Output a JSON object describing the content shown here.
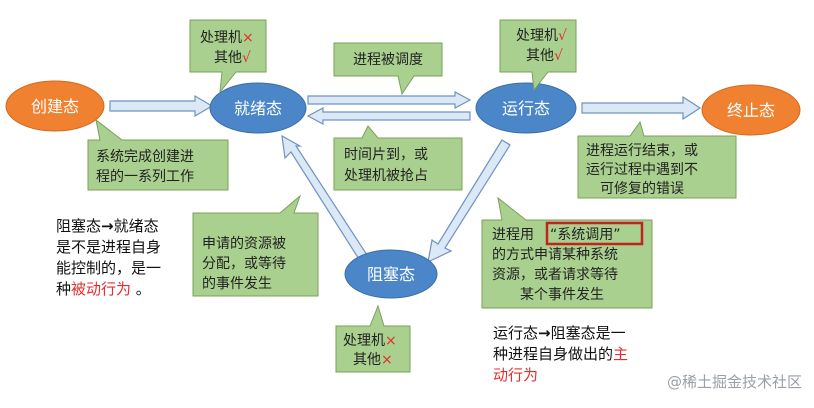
{
  "states": {
    "create": "创建态",
    "ready": "就绪态",
    "running": "运行态",
    "terminated": "终止态",
    "blocked": "阻塞态"
  },
  "callouts": {
    "create_done": [
      "系统完成创建进",
      "程的一系列工作"
    ],
    "scheduled": "进程被调度",
    "preempted": [
      "时间片到，或",
      "处理机被抢占"
    ],
    "finished": [
      "进程运行结束，或",
      "运行过程中遇到不",
      "可修复的错误"
    ],
    "resources": [
      "申请的资源被",
      "分配，或等待",
      "的事件发生"
    ],
    "syscall_pre": "进程用",
    "syscall_highlight": "“系统调用”",
    "syscall_rest": [
      "的方式申请某种系统",
      "资源，或者请求等待",
      "某个事件发生"
    ]
  },
  "resource_boxes": {
    "ready": {
      "cpu": "处理机",
      "cpu_mark": "×",
      "other": "其他",
      "other_mark": "√"
    },
    "running": {
      "cpu": "处理机",
      "cpu_mark": "√",
      "other": "其他",
      "other_mark": "√"
    },
    "blocked": {
      "cpu": "处理机",
      "cpu_mark": "×",
      "other": "其他",
      "other_mark": "×"
    }
  },
  "notes": {
    "passive_line1": "阻塞态",
    "passive_arrow": "→",
    "passive_line1b": "就绪态",
    "passive_line2": "是不是进程自身",
    "passive_line3": "能控制的，是一",
    "passive_line4a": "种",
    "passive_line4_red": "被动行为",
    "passive_line4b": " 。",
    "active_line1a": "运行态",
    "active_arrow": "→",
    "active_line1b": "阻塞态是一",
    "active_line2a": "种进程自身做出的",
    "active_line2_red": "主",
    "active_line3_red": "动行为"
  },
  "watermark": "@稀土掘金技术社区",
  "colors": {
    "orange": "#f08130",
    "blue": "#4a86c8",
    "green_fill": "#a9d08e",
    "green_stroke": "#7aa05a",
    "arrow_fill": "#dbe8f6",
    "arrow_stroke": "#6f93c0",
    "red": "#e52d2d",
    "highlight_border": "#c0241c"
  }
}
